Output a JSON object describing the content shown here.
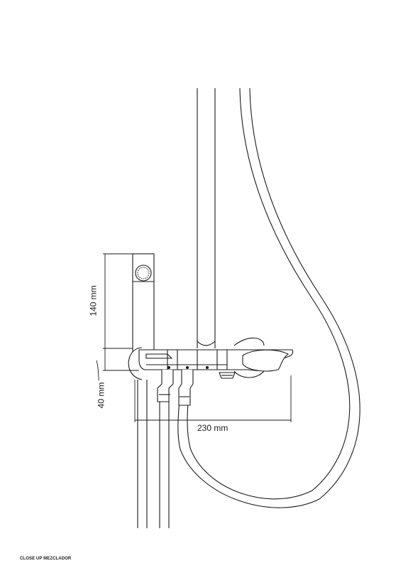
{
  "dimensions": {
    "holder_height": "140 mm",
    "wall_offset": "40 mm",
    "projection": "230 mm"
  },
  "caption": "CLOSE UP MEZCLADOR",
  "colors": {
    "line": "#1a1a1a",
    "background": "#ffffff",
    "light_fill": "#f4f4f4"
  }
}
